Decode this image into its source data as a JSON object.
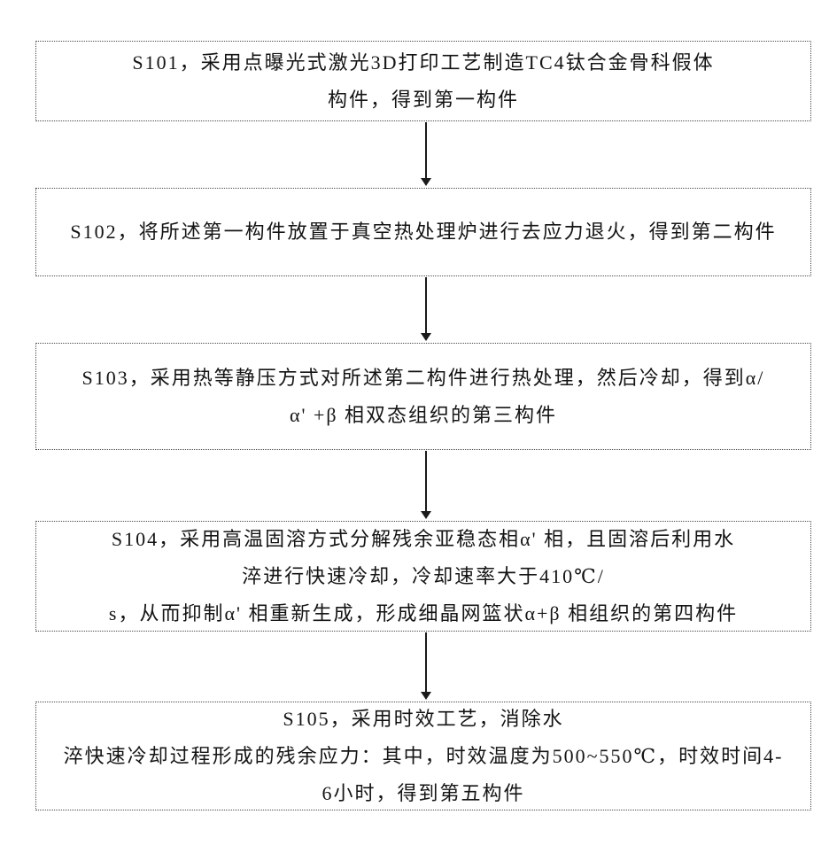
{
  "page": {
    "background_color": "#ffffff",
    "box_border_color": "#4a4a4a",
    "text_color": "#141414",
    "arrow_color": "#1a1a1a"
  },
  "flowchart": {
    "type": "vertical-process-flow",
    "steps": [
      {
        "id": "S101",
        "lines": [
          "S101，采用点曝光式激光3D打印工艺制造TC4钛合金骨科假体",
          "构件，得到第一构件"
        ]
      },
      {
        "id": "S102",
        "lines": [
          "S102，将所述第一构件放置于真空热处理炉进行去应力退火，得到第二构件"
        ]
      },
      {
        "id": "S103",
        "lines": [
          "S103，采用热等静压方式对所述第二构件进行热处理，然后冷却，得到α/",
          "α' +β 相双态组织的第三构件"
        ]
      },
      {
        "id": "S104",
        "lines": [
          "S104，采用高温固溶方式分解残余亚稳态相α' 相，且固溶后利用水",
          "淬进行快速冷却，冷却速率大于410℃/",
          "s，从而抑制α' 相重新生成，形成细晶网篮状α+β 相组织的第四构件"
        ]
      },
      {
        "id": "S105",
        "lines": [
          "S105，采用时效工艺，消除水",
          "淬快速冷却过程形成的残余应力：其中，时效温度为500~550℃，时效时间4-",
          "6小时，得到第五构件"
        ]
      }
    ]
  }
}
